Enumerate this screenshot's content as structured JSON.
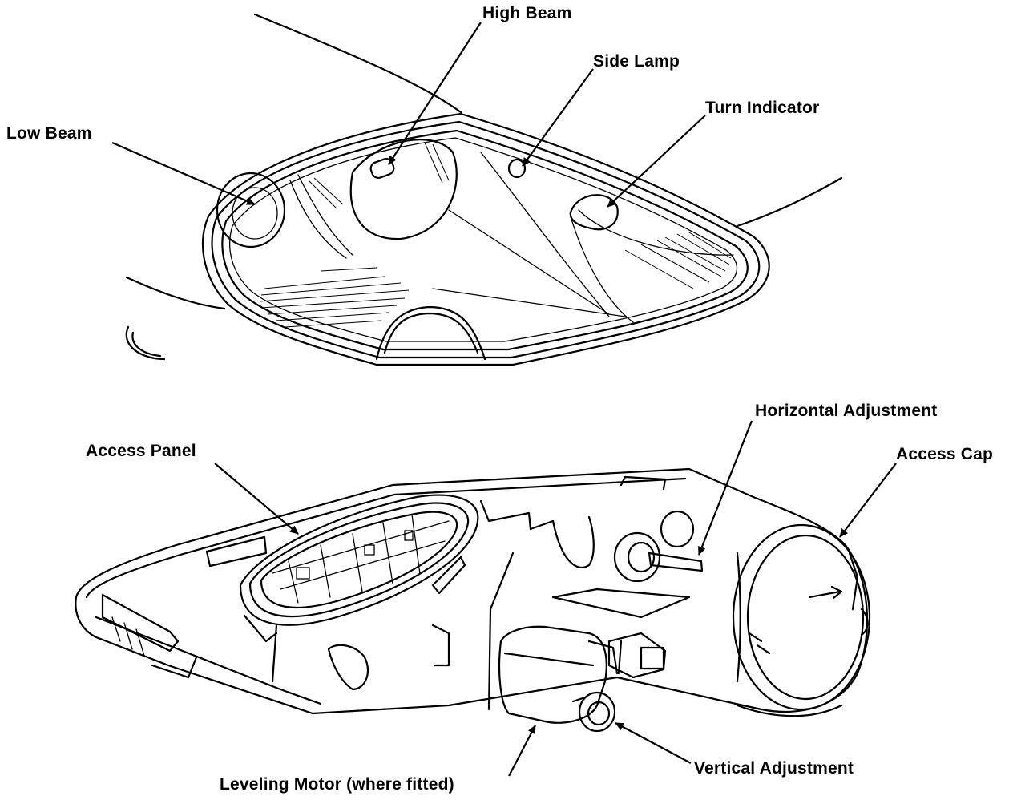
{
  "labels": {
    "high_beam": "High Beam",
    "side_lamp": "Side Lamp",
    "turn_indicator": "Turn Indicator",
    "low_beam": "Low Beam",
    "horizontal_adjustment": "Horizontal Adjustment",
    "access_panel": "Access Panel",
    "access_cap": "Access Cap",
    "vertical_adjustment": "Vertical Adjustment",
    "leveling_motor": "Leveling Motor (where fitted)"
  },
  "colors": {
    "ink": "#000000",
    "paper": "#ffffff"
  }
}
